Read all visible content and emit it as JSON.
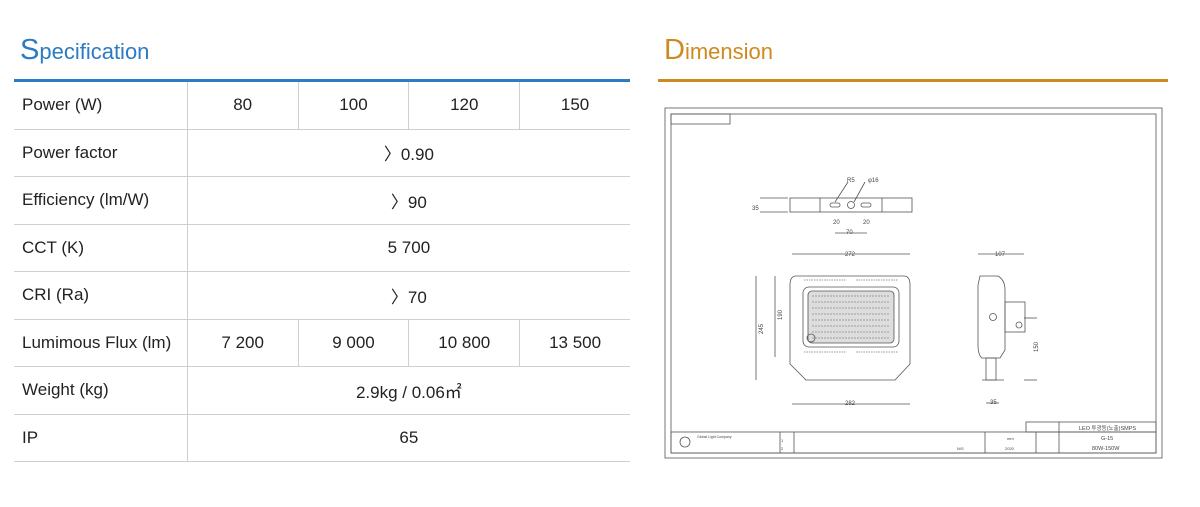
{
  "specification": {
    "title_cap": "S",
    "title_rest": "pecification",
    "rows": [
      {
        "label": "Power (W)",
        "values": [
          "80",
          "100",
          "120",
          "150"
        ]
      },
      {
        "label": "Power factor",
        "value": "〉0.90"
      },
      {
        "label": "Efficiency (lm/W)",
        "value": "〉90"
      },
      {
        "label": "CCT (K)",
        "value": "5 700"
      },
      {
        "label": "CRI (Ra)",
        "value": "〉70"
      },
      {
        "label": "Lumimous Flux (lm)",
        "values": [
          "7 200",
          "9 000",
          "10 800",
          "13 500"
        ]
      },
      {
        "label": "Weight (kg)",
        "value": "2.9kg / 0.06㎡"
      },
      {
        "label": "IP",
        "value": "65"
      }
    ]
  },
  "dimension": {
    "title_cap": "D",
    "title_rest": "imension",
    "dims": {
      "r": "R5",
      "phi": "φ16",
      "bracket_h": "35",
      "slot1": "20",
      "slot2": "20",
      "hole_span": "70",
      "top_w": "272",
      "h_total": "245",
      "h_inner": "190",
      "bottom_w": "282",
      "side_d": "107",
      "side_h": "150",
      "side_base": "35"
    },
    "title_block": {
      "name": "LEO 투광등(노출)SMPS",
      "model": "G-15",
      "spec": "80W-150W",
      "scale": "N/S",
      "unit": "mm",
      "year": "2020",
      "company": "Global Light Company",
      "rev1": "1",
      "rev2": "2"
    }
  }
}
